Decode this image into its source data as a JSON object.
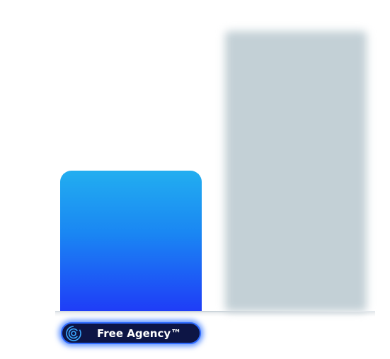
{
  "comparison": {
    "left_bar": {
      "label": "Free Agency™",
      "relative_height": 0.5,
      "colors": {
        "top": "#22aef0",
        "bottom": "#1f3cf7"
      }
    },
    "right_bar": {
      "label": "",
      "relative_height": 1.0,
      "color": "#c3d0d6",
      "blurred": true
    },
    "label_icon": "concentric-circles-logo-icon",
    "pill_colors": {
      "background": "#0d1545",
      "glow": "#2f6bff"
    }
  }
}
